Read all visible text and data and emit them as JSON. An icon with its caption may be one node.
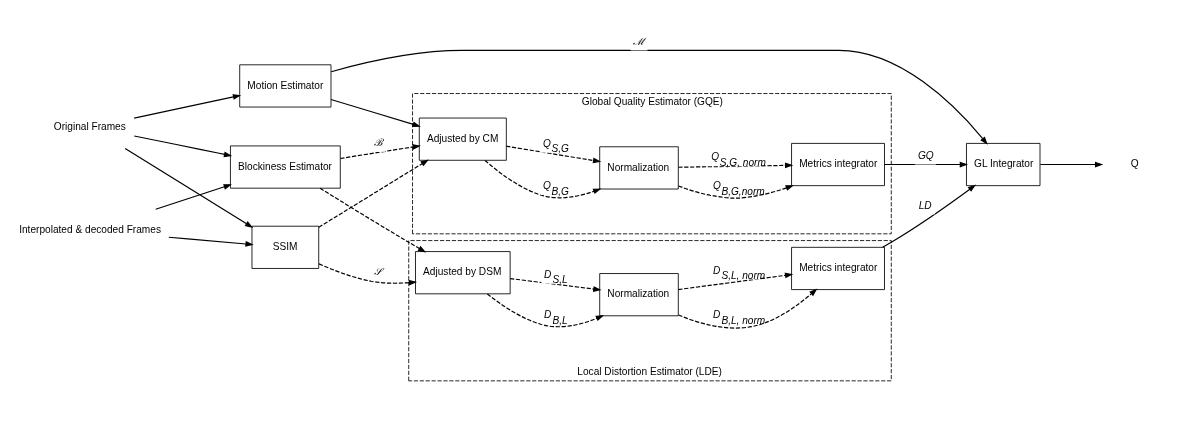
{
  "diagram": {
    "nodes": [
      {
        "text": [
          "Original Frames"
        ]
      },
      {
        "text": [
          "Interpolated & decoded Frames"
        ]
      },
      {
        "text": [
          "Blockiness Estimator"
        ]
      },
      {
        "text": [
          "Motion Estimator"
        ]
      },
      {
        "text": [
          "SSIM"
        ]
      },
      {
        "text": [
          "Global Quality Estimator (GQE)"
        ]
      },
      {
        "text": [
          "Adjusted by CM"
        ],
        "in": 5
      },
      {
        "text": [
          "Normalization"
        ],
        "in": 5
      },
      {
        "text": [
          "Metrics integrator"
        ],
        "in": 5
      },
      {
        "text": [
          "Local Distortion Estimator (LDE)"
        ]
      },
      {
        "text": [
          "Adjusted by DSM"
        ],
        "in": 9
      },
      {
        "text": [
          "Normalization"
        ],
        "in": 9
      },
      {
        "text": [
          "Metrics integrator"
        ],
        "in": 9
      },
      {
        "text": [
          "GL Integrator"
        ]
      },
      {
        "text": [
          "Q"
        ]
      }
    ],
    "edges": [
      {
        "from": 0,
        "to": 2,
        "arrow": "to"
      },
      {
        "from": 0,
        "to": 3,
        "arrow": "to"
      },
      {
        "from": 0,
        "to": 4,
        "arrow": "to"
      },
      {
        "from": 1,
        "to": 2,
        "arrow": "to"
      },
      {
        "from": 1,
        "to": 4,
        "arrow": "to"
      },
      {
        "from": 2,
        "to": 6,
        "arrow": "to",
        "label": "ℬ",
        "style": "dashed"
      },
      {
        "from": 2,
        "to": 10,
        "arrow": "to",
        "style": "dashed"
      },
      {
        "from": 3,
        "to": 13,
        "arrow": "to",
        "label": "ℳ"
      },
      {
        "from": 3,
        "to": 6,
        "arrow": "to"
      },
      {
        "from": 4,
        "to": 6,
        "arrow": "to",
        "style": "dashed"
      },
      {
        "from": 4,
        "to": 10,
        "arrow": "to",
        "label": "𝒮",
        "style": "dashed"
      },
      {
        "from": 6,
        "to": 7,
        "arrow": "to",
        "label": "Q$_{B,G}$",
        "style": "dashed"
      },
      {
        "from": 6,
        "to": 7,
        "arrow": "to",
        "label": "Q$_{S,G}$",
        "style": "dashed"
      },
      {
        "from": 7,
        "to": 8,
        "arrow": "to",
        "label": "Q$_{B,G,norm}$",
        "style": "dashed"
      },
      {
        "from": 7,
        "to": 8,
        "arrow": "to",
        "label": "Q$_{S,G, norm}$",
        "style": "dashed"
      },
      {
        "from": 8,
        "to": 13,
        "arrow": "to",
        "label": "GQ"
      },
      {
        "from": 10,
        "to": 11,
        "arrow": "to",
        "label": "D$_{B,L}$",
        "style": "dashed"
      },
      {
        "from": 10,
        "to": 11,
        "arrow": "to",
        "label": "D$_{S,L}$",
        "style": "dashed"
      },
      {
        "from": 11,
        "to": 12,
        "arrow": "to",
        "label": "D$_{B,L, norm}$",
        "style": "dashed"
      },
      {
        "from": 11,
        "to": 12,
        "arrow": "to",
        "label": "D$_{S,L, norm}$",
        "style": "dashed"
      },
      {
        "from": 12,
        "to": 13,
        "arrow": "to",
        "label": "LD"
      },
      {
        "from": 13,
        "to": 14,
        "arrow": "to"
      }
    ]
  }
}
